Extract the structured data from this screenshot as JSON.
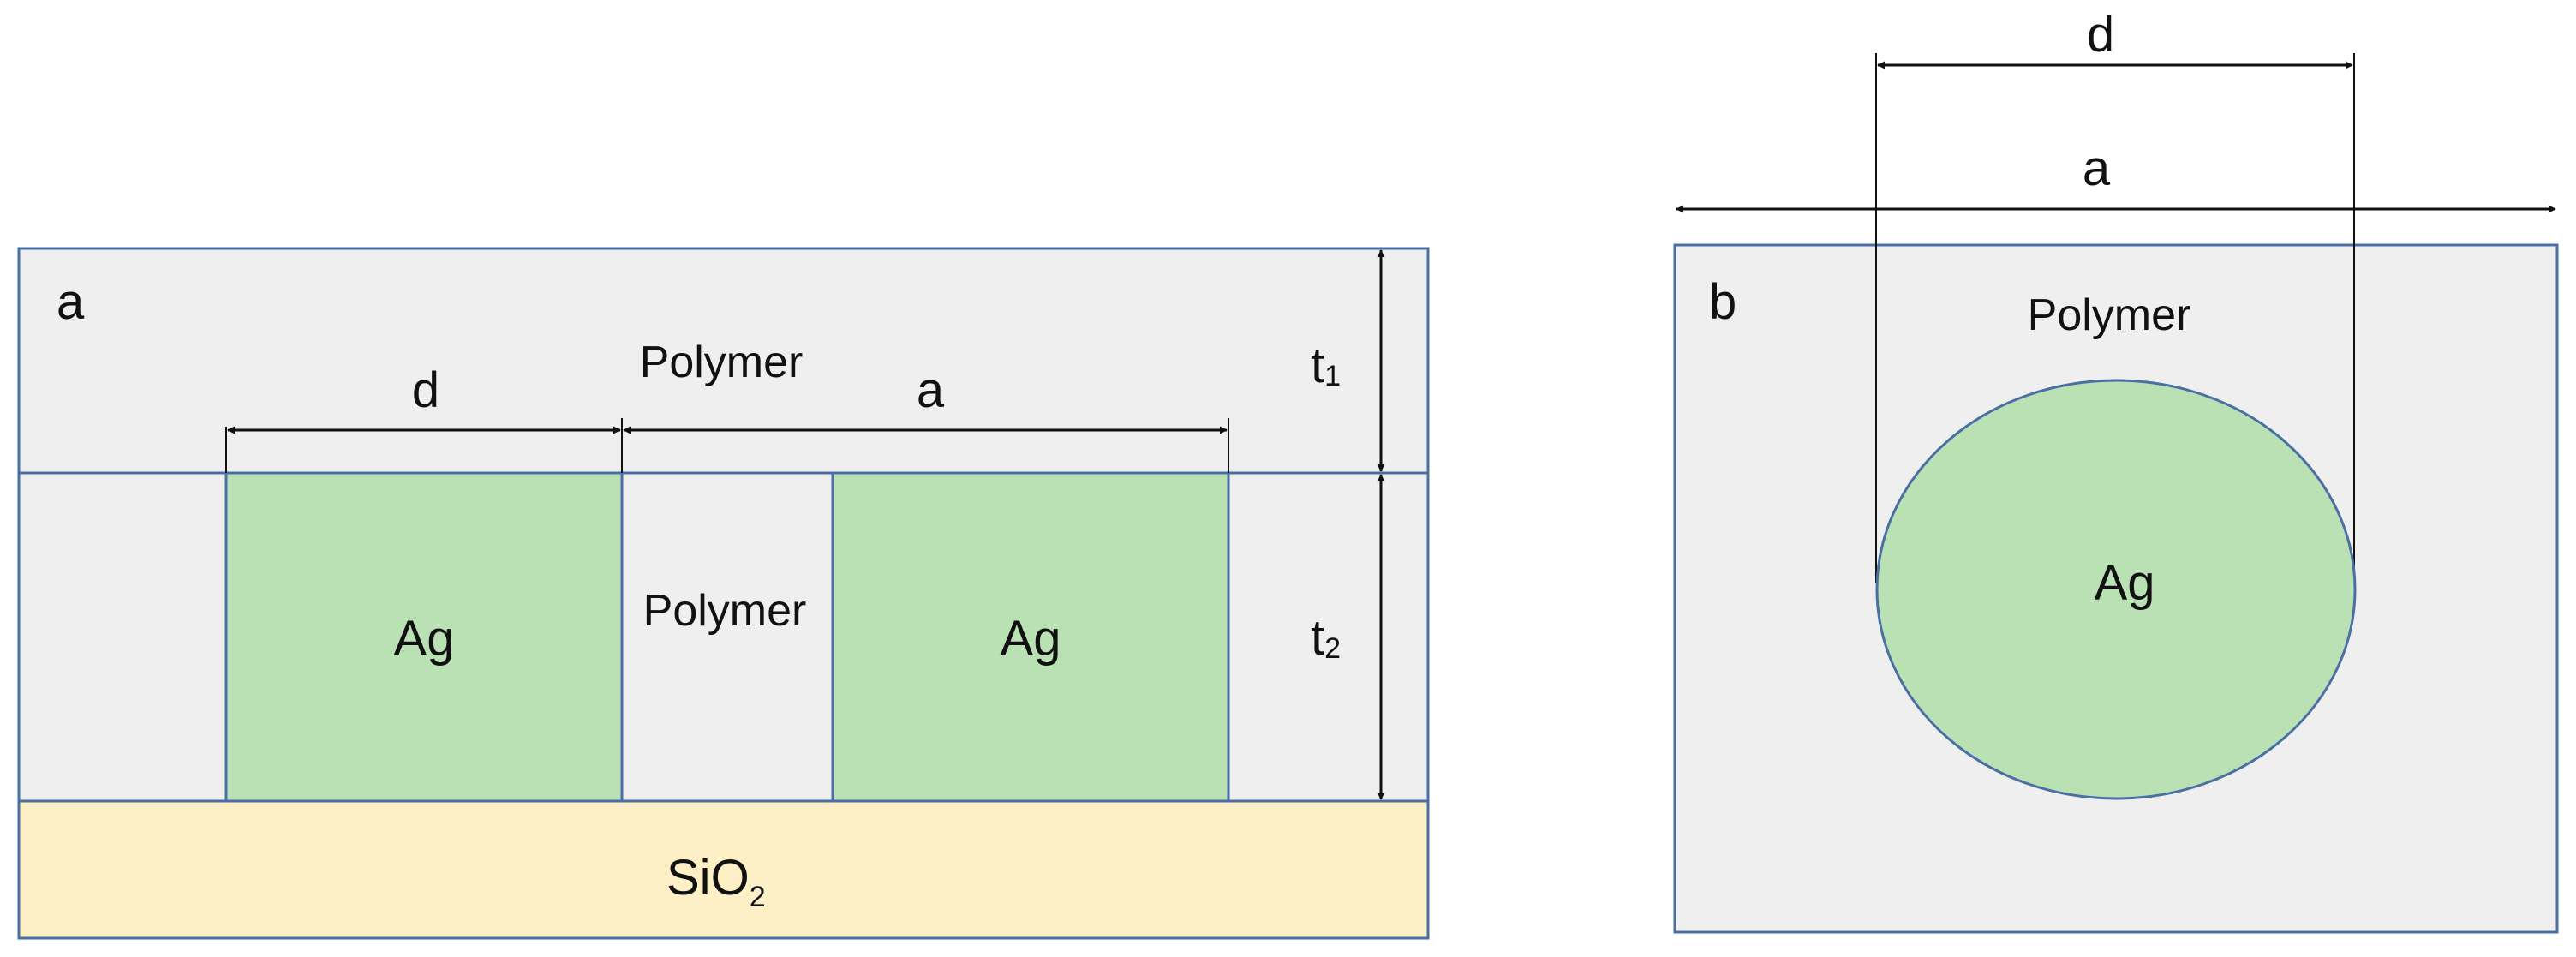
{
  "colors": {
    "polymer": "#efefef",
    "silver": "#b9e1b3",
    "substrate": "#fdf0c6",
    "border": "#4a6fa5",
    "dimension": "#111111"
  },
  "panel_a": {
    "label": "a",
    "top_layer_label": "Polymer",
    "middle_layer_label": "Polymer",
    "particle_left_label": "Ag",
    "particle_right_label": "Ag",
    "substrate_label_main": "SiO",
    "substrate_label_sub": "2",
    "dim_d": "d",
    "dim_a": "a",
    "dim_t1_main": "t",
    "dim_t1_sub": "1",
    "dim_t2_main": "t",
    "dim_t2_sub": "2"
  },
  "panel_b": {
    "label": "b",
    "matrix_label": "Polymer",
    "particle_label": "Ag",
    "dim_d": "d",
    "dim_a": "a"
  }
}
